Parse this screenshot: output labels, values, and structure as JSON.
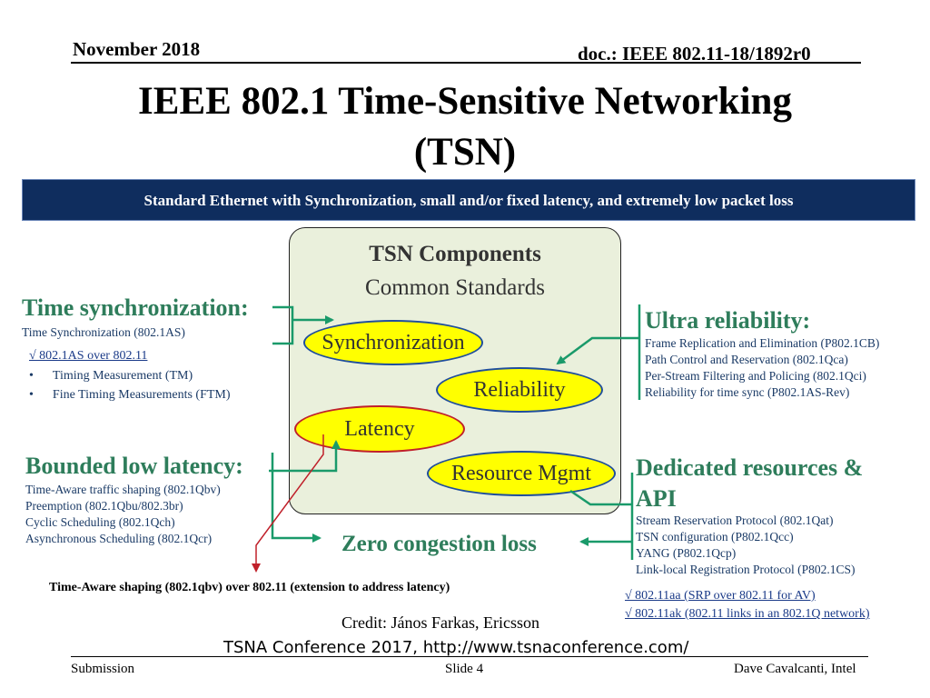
{
  "header": {
    "date": "November 2018",
    "doc": "doc.: IEEE 802.11-18/1892r0"
  },
  "title": {
    "line1": "IEEE 802.1 Time-Sensitive Networking",
    "line2": "(TSN)"
  },
  "banner": "Standard Ethernet with Synchronization, small and/or fixed latency, and extremely low packet loss",
  "components": {
    "title": "TSN Components",
    "subtitle": "Common Standards",
    "synchronization": "Synchronization",
    "reliability": "Reliability",
    "latency": "Latency",
    "resource_mgmt": "Resource Mgmt"
  },
  "time_sync": {
    "heading": "Time synchronization:",
    "sub": "Time Synchronization (802.1AS)",
    "link": "√ 802.1AS over 802.11",
    "bullets": [
      "Timing Measurement (TM)",
      "Fine Timing Measurements (FTM)"
    ]
  },
  "bounded_latency": {
    "heading": "Bounded low latency:",
    "items": [
      "Time-Aware traffic shaping (802.1Qbv)",
      "Preemption (802.1Qbu/802.3br)",
      "Cyclic Scheduling (802.1Qch)",
      "Asynchronous Scheduling (802.1Qcr)"
    ]
  },
  "ultra_reliability": {
    "heading": "Ultra reliability:",
    "items": [
      "Frame Replication and Elimination (P802.1CB)",
      "Path Control and Reservation (802.1Qca)",
      "Per-Stream Filtering and Policing (802.1Qci)",
      "Reliability for time sync (P802.1AS-Rev)"
    ]
  },
  "dedicated": {
    "heading_line1": "Dedicated resources &",
    "heading_line2": "API",
    "items": [
      "Stream Reservation Protocol (802.1Qat)",
      "TSN configuration (P802.1Qcc)",
      "YANG (P802.1Qcp)",
      "Link-local Registration Protocol (P802.1CS)"
    ]
  },
  "zero_congestion": "Zero congestion loss",
  "time_aware_note": "Time-Aware shaping (802.1qbv) over 802.11 (extension to address latency)",
  "links_right": [
    "√ 802.11aa (SRP over 802.11 for AV)",
    "√ 802.11ak (802.11 links in an 802.1Q network)"
  ],
  "credit": "Credit: János Farkas, Ericsson",
  "conference": "TSNA Conference 2017, http://www.tsnaconference.com/",
  "footer": {
    "left": "Submission",
    "center": "Slide 4",
    "right": "Dave Cavalcanti, Intel"
  },
  "colors": {
    "banner_bg": "#0f2d5e",
    "accent_green": "#2e7d5b",
    "ellipse_fill": "#ffff00",
    "ellipse_border": "#1f4e9c",
    "latency_border": "#c0202a",
    "arrow_red": "#c0202a",
    "component_box_bg": "#eaf0dc"
  }
}
